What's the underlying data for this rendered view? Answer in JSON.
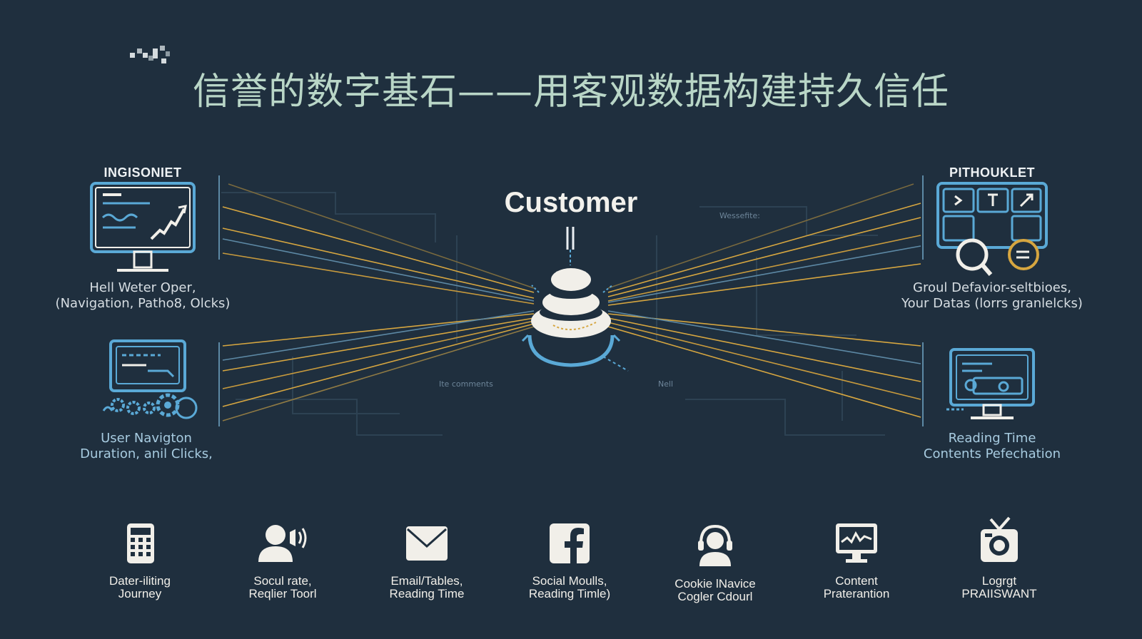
{
  "title": "信誉的数字基石——用客观数据构建持久信任",
  "center": {
    "label": "Customer",
    "tiny_labels": [
      "Wessefite:",
      "Ite comments",
      "Nell"
    ]
  },
  "panels": {
    "top_left": {
      "heading": "INGISONIET",
      "caption_line1": "Hell Weter Oper,",
      "caption_line2": "(Navigation, Patho8, Olcks)",
      "icon": "analytics-monitor-icon"
    },
    "top_right": {
      "heading": "PITHOUKLET",
      "caption_line1": "Groul Defavior-seltbioes,",
      "caption_line2": "Your Datas (lorrs granlelcks)",
      "icon": "dashboard-grid-icon"
    },
    "bottom_left": {
      "caption_line1": "User Navigton",
      "caption_line2": "Duration, anil Clicks,",
      "icon": "monitor-gears-icon"
    },
    "bottom_right": {
      "caption_line1": "Reading Time",
      "caption_line2": "Contents Pefechation",
      "icon": "monitor-search-icon"
    }
  },
  "bottom_items": [
    {
      "icon": "calculator-icon",
      "line1": "Dater-iliting",
      "line2": "Journey"
    },
    {
      "icon": "user-speaker-icon",
      "line1": "Socul rate,",
      "line2": "Reqlier Toorl"
    },
    {
      "icon": "envelope-icon",
      "line1": "Email/Tables,",
      "line2": "Reading Time"
    },
    {
      "icon": "facebook-icon",
      "line1": "Social Moulls,",
      "line2": "Reading Timle)"
    },
    {
      "icon": "headset-user-icon",
      "line1": "Cookie lNavice",
      "line2": "Cogler Cdourl"
    },
    {
      "icon": "monitor-chart-icon",
      "line1": "Content",
      "line2": "Praterantion"
    },
    {
      "icon": "camera-tv-icon",
      "line1": "Logrgt",
      "line2": "PRAIISWANT"
    }
  ],
  "colors": {
    "background": "#1f2f3e",
    "title": "#b9d6c7",
    "accent_blue": "#5aa9d6",
    "accent_gold": "#d6a640",
    "icon_cream": "#f1efe9"
  }
}
